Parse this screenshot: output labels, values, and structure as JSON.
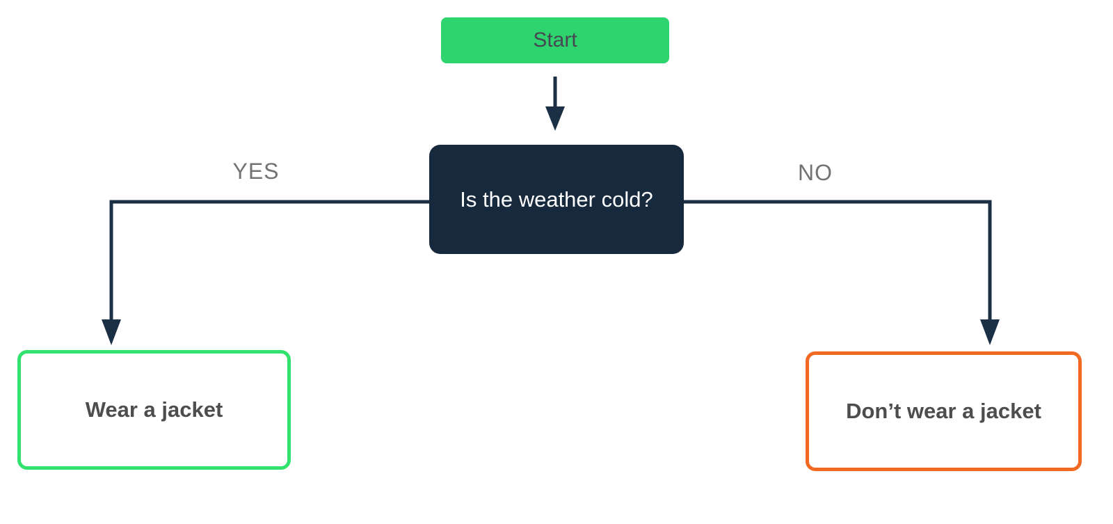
{
  "diagram": {
    "type": "flowchart",
    "background": "#FFFFFF",
    "nodes": {
      "start": {
        "label": "Start",
        "fill": "#2ED56F",
        "text_color": "#474751"
      },
      "decision": {
        "label": "Is the weather cold?",
        "fill": "#17293C",
        "text_color": "#FFFFFF"
      },
      "yes_result": {
        "label": "Wear a jacket",
        "border_color": "#32E16E",
        "text_color": "#4D4D4D"
      },
      "no_result": {
        "label": "Don’t wear a jacket",
        "border_color": "#F26A21",
        "text_color": "#4D4D4D"
      }
    },
    "edges": {
      "yes": {
        "label": "YES"
      },
      "no": {
        "label": "NO"
      },
      "connector_color": "#1B2F45",
      "label_color": "#737373"
    }
  }
}
